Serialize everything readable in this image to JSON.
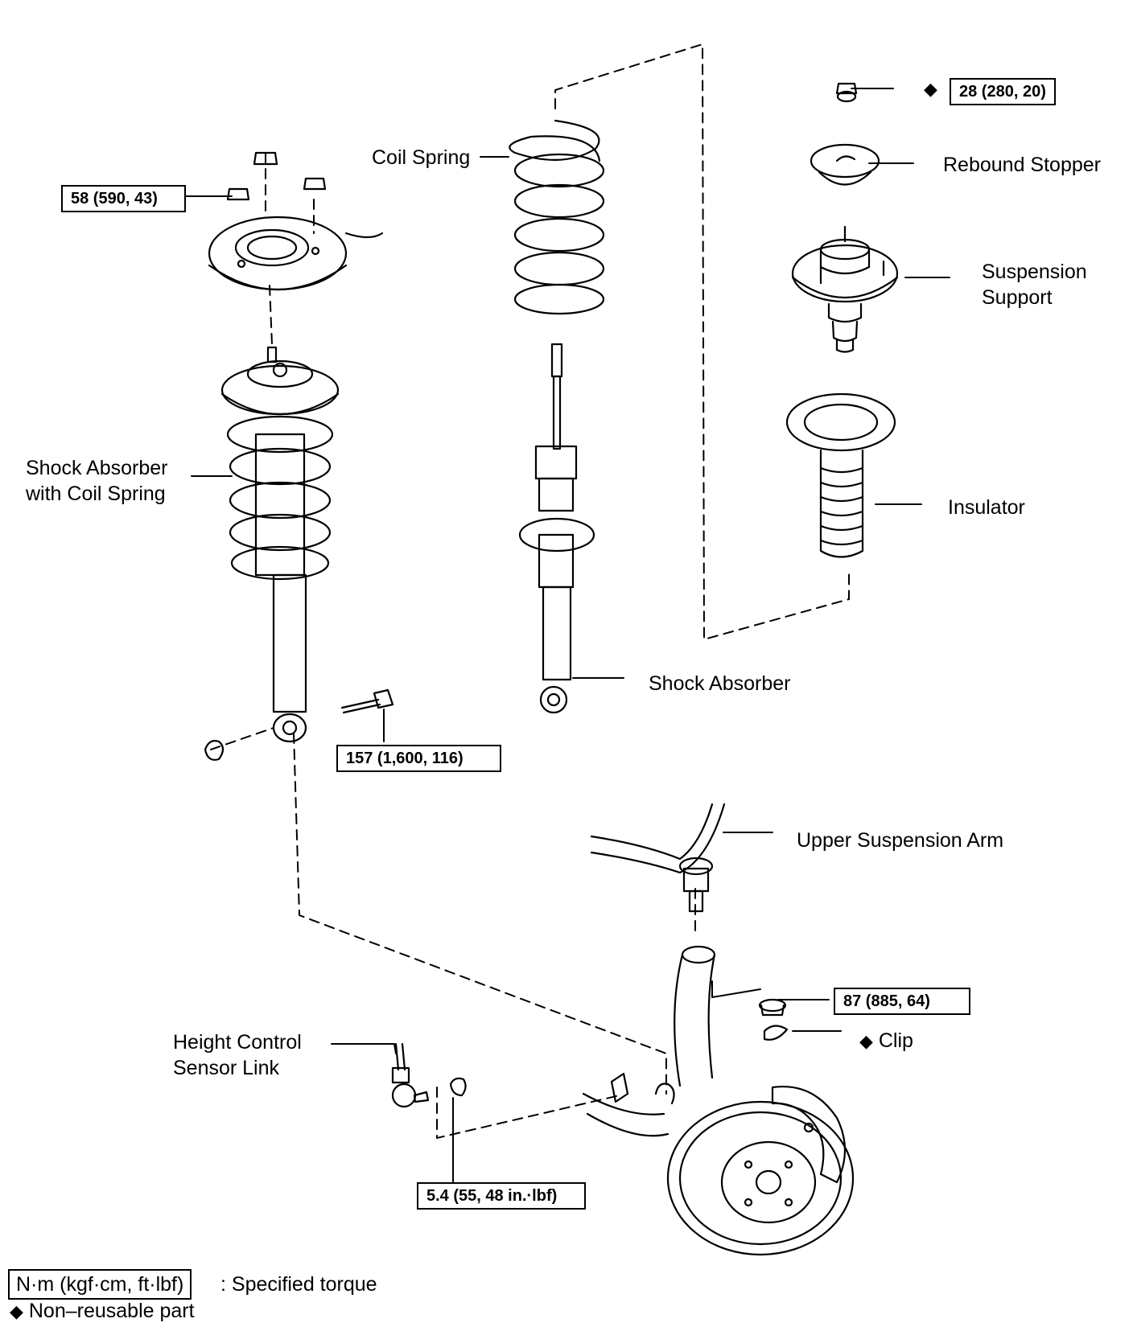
{
  "labels": {
    "coil_spring": "Coil Spring",
    "rebound_stopper": "Rebound Stopper",
    "suspension_support_line1": "Suspension",
    "suspension_support_line2": "Support",
    "shock_with_spring_line1": "Shock Absorber",
    "shock_with_spring_line2": "with Coil Spring",
    "insulator": "Insulator",
    "shock_absorber": "Shock Absorber",
    "upper_suspension_arm": "Upper Suspension Arm",
    "height_sensor_line1": "Height Control",
    "height_sensor_line2": "Sensor Link",
    "clip": "Clip"
  },
  "torques": {
    "nut_top": "28 (280, 20)",
    "support_nuts": "58 (590, 43)",
    "lower_bolt": "157 (1,600, 116)",
    "arm_nut": "87 (885, 64)",
    "sensor_nut": "5.4 (55, 48 in.·lbf)"
  },
  "symbols": {
    "non_reusable": "◆"
  },
  "legend": {
    "torque_unit": "N·m (kgf·cm, ft·lbf)",
    "torque_desc": ": Specified torque",
    "non_reusable_text": "Non–reusable part"
  }
}
